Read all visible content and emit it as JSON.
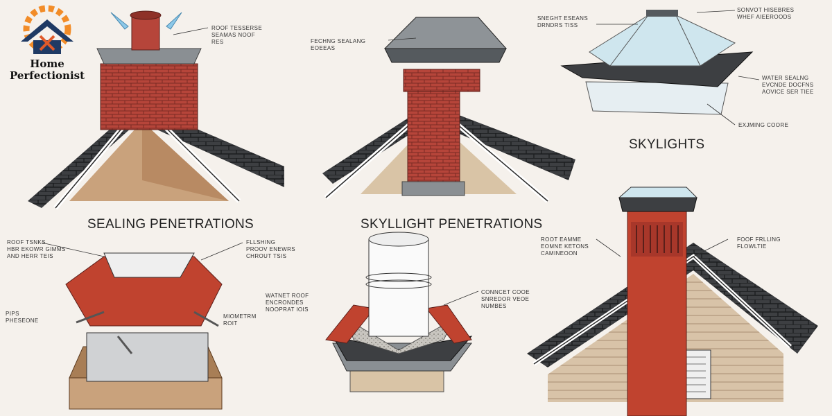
{
  "brand": {
    "logo_name": "Home Perfectionist",
    "name_line1": "Home",
    "name_line2": "Perfectionist",
    "colors": {
      "gear": "#f28c28",
      "house": "#1f3a64",
      "tools": "#e05a2a"
    }
  },
  "panels": {
    "sealing_penetrations": {
      "caption": "SEALING PENETRATIONS",
      "labels": [
        "ROOF TESSERSE\nSEAMAS NOOF\nRES"
      ]
    },
    "skylight_penetrations": {
      "caption": "SKYLLIGHT PENETRATIONS",
      "labels": [
        "FECHNG SEALANG\nEOEEAS"
      ]
    },
    "skylights": {
      "caption": "SKYLIGHTS",
      "labels": [
        "SNEGHT ESEANS\nDRNDRS TISS",
        "SONVOT HISEBRES\nWHEF AIEEROODS",
        "WATER SEALNG\nEVCNDE DOCFNS\nAOVICE SER TIEE",
        "EXJMING COORE"
      ]
    },
    "curb_flashing": {
      "labels": [
        "ROOF TSNKS\nHBR EKOWR GIMMS\nAND HERR TEIS",
        "FLLSHING\nPROOV ENEWRS\nCHROUT TSIS",
        "WATNET ROOF\nENCRONDES\nNOOPRAT IOIS",
        "PIPS\nPHESEONE",
        "MIOMETRM\nROIT"
      ]
    },
    "pipe_boot": {
      "labels": [
        "CONNCET COOE\nSNREDOR VEOE\nNUMBES"
      ]
    },
    "roof_chimney": {
      "labels": [
        "ROOT EAMME\nEOMNE KETONS\nCAMINEOON",
        "FOOF FRLLING\nFLOWLTIE"
      ]
    }
  },
  "colors": {
    "brick": "#b6453a",
    "flashing_red": "#c0432f",
    "shingle": "#3d3f42",
    "metal": "#6f7478",
    "wood": "#c9a27c",
    "glass": "#cfe6ee",
    "arrow": "#8cc8e8"
  }
}
